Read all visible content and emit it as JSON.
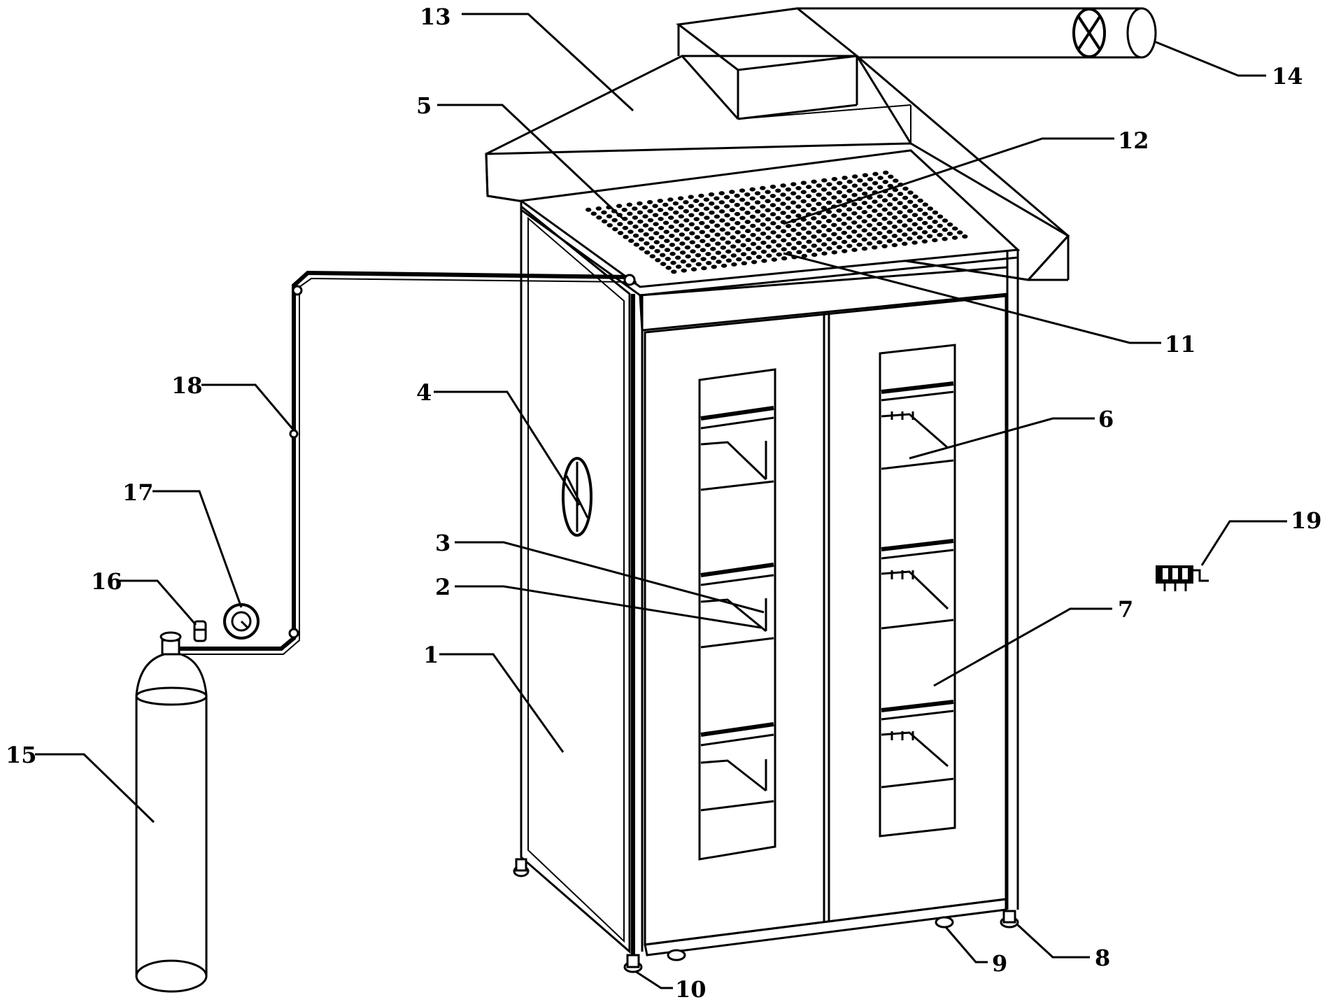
{
  "labels": [
    "1",
    "2",
    "3",
    "4",
    "5",
    "6",
    "7",
    "8",
    "9",
    "10",
    "11",
    "12",
    "13",
    "14",
    "15",
    "16",
    "17",
    "18",
    "19"
  ]
}
